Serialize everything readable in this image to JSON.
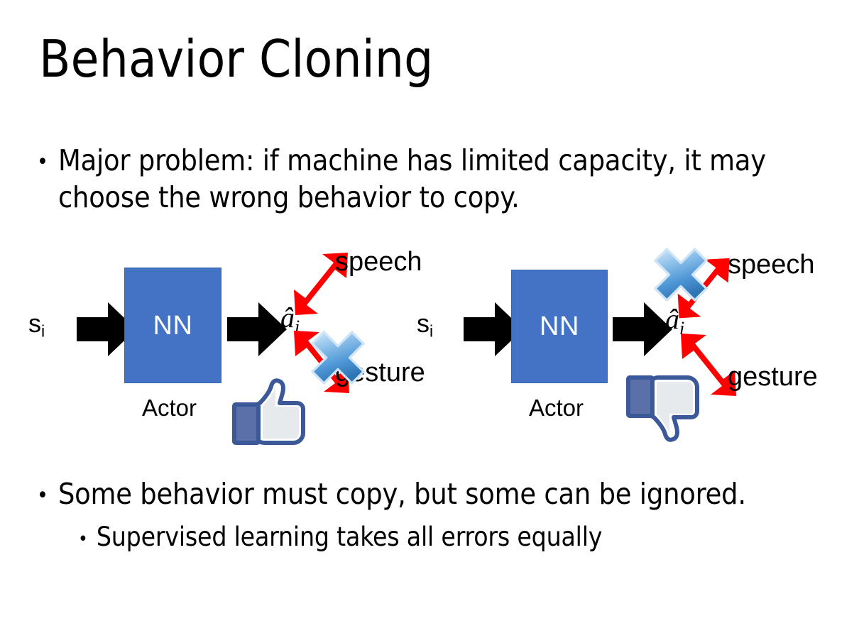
{
  "slide": {
    "title": "Behavior Cloning",
    "background_color": "#ffffff",
    "text_color": "#000000"
  },
  "bullets": {
    "top": {
      "marker": "•",
      "text": "Major problem: if machine has limited capacity, it may choose the wrong behavior to copy."
    },
    "bottom_1": {
      "marker": "•",
      "text": "Some behavior must copy, but some can be ignored."
    },
    "bottom_2": {
      "marker": "•",
      "text": "Supervised learning takes all errors equally"
    }
  },
  "colors": {
    "nn_box_fill": "#4472C4",
    "nn_box_border": "#3C65B0",
    "arrow_black": "#000000",
    "arrow_red": "#FF0000",
    "cross_blue_light": "#B9D7F2",
    "cross_blue_mid": "#5B9BD5",
    "cross_blue_dark": "#2E75B6",
    "thumb_outline": "#3B5998",
    "thumb_fill": "#FFFFFF",
    "thumb_shade": "#E3E6EA",
    "thumb_cuff": "#5B6FA8"
  },
  "diagrams": [
    {
      "id": "left",
      "state_label": "s",
      "state_subscript": "i",
      "nn_label": "NN",
      "actor_label": "Actor",
      "action_label": "â",
      "action_subscript": "i",
      "branches": [
        {
          "name": "speech",
          "label": "speech",
          "direction": "up-right",
          "crossed": false
        },
        {
          "name": "gesture",
          "label": "gesture",
          "direction": "down-right",
          "crossed": true
        }
      ],
      "feedback_icon": "thumbs-up-icon",
      "feedback": "positive"
    },
    {
      "id": "right",
      "state_label": "s",
      "state_subscript": "i",
      "nn_label": "NN",
      "actor_label": "Actor",
      "action_label": "â",
      "action_subscript": "i",
      "branches": [
        {
          "name": "speech",
          "label": "speech",
          "direction": "up-right",
          "crossed": true
        },
        {
          "name": "gesture",
          "label": "gesture",
          "direction": "down-right",
          "crossed": false
        }
      ],
      "feedback_icon": "thumbs-down-icon",
      "feedback": "negative"
    }
  ]
}
